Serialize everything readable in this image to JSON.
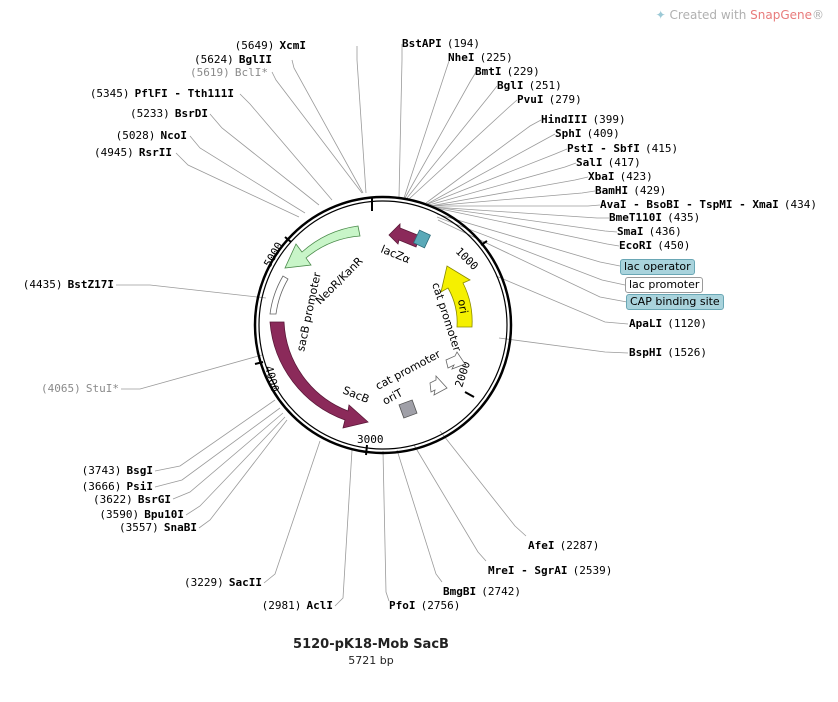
{
  "brand": {
    "prefix": "Created with",
    "name": "SnapGene",
    "mark": "®"
  },
  "plasmid": {
    "name": "5120-pK18-Mob SacB",
    "length_label": "5721 bp",
    "length": 5721
  },
  "ruler": [
    "1000",
    "2000",
    "3000",
    "4000",
    "5000"
  ],
  "sites": [
    {
      "name": "XcmI",
      "pos": "(5649)"
    },
    {
      "name": "BglII",
      "pos": "(5624)"
    },
    {
      "name": "BclI*",
      "pos": "(5619)",
      "grey": true
    },
    {
      "name": "PflFI - Tth111I",
      "pos": "(5345)"
    },
    {
      "name": "BsrDI",
      "pos": "(5233)"
    },
    {
      "name": "NcoI",
      "pos": "(5028)"
    },
    {
      "name": "RsrII",
      "pos": "(4945)"
    },
    {
      "name": "BstZ17I",
      "pos": "(4435)"
    },
    {
      "name": "StuI*",
      "pos": "(4065)",
      "grey": true
    },
    {
      "name": "BsgI",
      "pos": "(3743)"
    },
    {
      "name": "PsiI",
      "pos": "(3666)"
    },
    {
      "name": "BsrGI",
      "pos": "(3622)"
    },
    {
      "name": "Bpu10I",
      "pos": "(3590)"
    },
    {
      "name": "SnaBI",
      "pos": "(3557)"
    },
    {
      "name": "SacII",
      "pos": "(3229)"
    },
    {
      "name": "AclI",
      "pos": "(2981)"
    },
    {
      "name": "BstAPI",
      "pos": "(194)"
    },
    {
      "name": "NheI",
      "pos": "(225)"
    },
    {
      "name": "BmtI",
      "pos": "(229)"
    },
    {
      "name": "BglI",
      "pos": "(251)"
    },
    {
      "name": "PvuI",
      "pos": "(279)"
    },
    {
      "name": "HindIII",
      "pos": "(399)"
    },
    {
      "name": "SphI",
      "pos": "(409)"
    },
    {
      "name": "PstI - SbfI",
      "pos": "(415)"
    },
    {
      "name": "SalI",
      "pos": "(417)"
    },
    {
      "name": "XbaI",
      "pos": "(423)"
    },
    {
      "name": "BamHI",
      "pos": "(429)"
    },
    {
      "name": "AvaI - BsoBI - TspMI - XmaI",
      "pos": "(434)"
    },
    {
      "name": "BmeT110I",
      "pos": "(435)"
    },
    {
      "name": "SmaI",
      "pos": "(436)"
    },
    {
      "name": "EcoRI",
      "pos": "(450)"
    },
    {
      "name": "ApaLI",
      "pos": "(1120)"
    },
    {
      "name": "BspHI",
      "pos": "(1526)"
    },
    {
      "name": "AfeI",
      "pos": "(2287)"
    },
    {
      "name": "MreI - SgrAI",
      "pos": "(2539)"
    },
    {
      "name": "BmgBI",
      "pos": "(2742)"
    },
    {
      "name": "PfoI",
      "pos": "(2756)"
    }
  ],
  "boxed_features": [
    {
      "label": "lac operator",
      "bg": "#a9d3dc",
      "border": "#6aa7b5"
    },
    {
      "label": "lac promoter",
      "bg": "#ffffff",
      "border": "#9a9a9a"
    },
    {
      "label": "CAP binding site",
      "bg": "#a9d3dc",
      "border": "#6aa7b5"
    }
  ],
  "features": {
    "lacZa": "lacZα",
    "ori": "ori",
    "cat_promoter_1": "cat promoter",
    "cat_promoter_2": "cat promoter",
    "orit": "oriT",
    "sacb": "SacB",
    "sacb_promoter": "sacB promoter",
    "neor": "NeoR/KanR"
  },
  "colors": {
    "sacb": "#8b2a5a",
    "lacza": "#8b2a5a",
    "ori": "#f5f000",
    "neor": "#c8f5c8",
    "orit": "#a0a0a8",
    "backbone": "#000000"
  }
}
